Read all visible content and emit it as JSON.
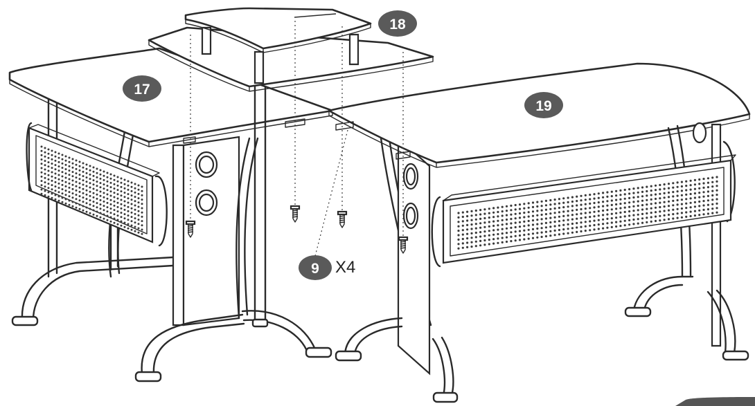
{
  "parts": {
    "desk_left": {
      "label": "17"
    },
    "shelf": {
      "label": "18"
    },
    "desk_right": {
      "label": "19"
    },
    "screw": {
      "label": "9",
      "quantity": "X4"
    }
  }
}
